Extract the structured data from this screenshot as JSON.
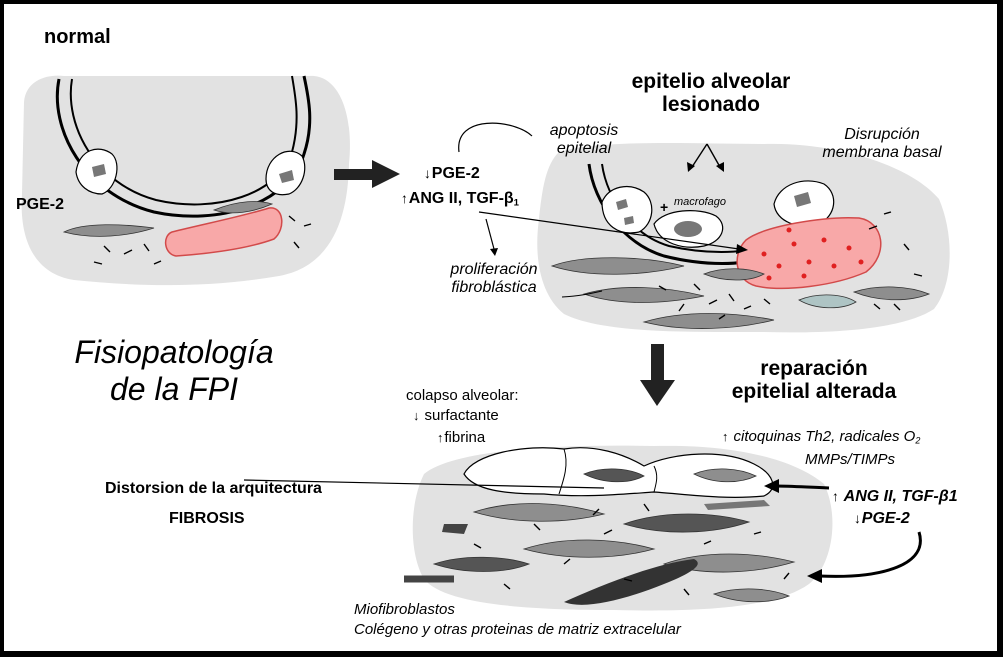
{
  "labels": {
    "normal": "normal",
    "pge2_left": "PGE-2",
    "epitelio_1": "epitelio alveolar",
    "epitelio_2": "lesionado",
    "apoptosis_1": "apoptosis",
    "apoptosis_2": "epitelial",
    "disrupcion_1": "Disrupción",
    "disrupcion_2": "membrana basal",
    "macrofago": "macrofago",
    "plus": "+",
    "pge2_mid": "PGE-2",
    "ang_mid": "ANG II, TGF-β",
    "ang_mid_sub": "1",
    "proliferacion_1": "proliferación",
    "proliferacion_2": "fibroblástica",
    "title_1": "Fisiopatología",
    "title_2": "de la FPI",
    "reparacion_1": "reparación",
    "reparacion_2": "epitelial alterada",
    "colapso": "colapso alveolar:",
    "surfactante": "surfactante",
    "fibrina": "fibrina",
    "citoquinas": "citoquinas Th2, radicales  O",
    "citoquinas_sub": "2",
    "mmps": "MMPs/TIMPs",
    "ang_bottom": "ANG II, TGF-β1",
    "pge2_bottom": "PGE-2",
    "distorsion": "Distorsion de la arquitectura",
    "fibrosis": "FIBROSIS",
    "miofibroblastos": "Miofibroblastos",
    "colageno": "Colégeno y otras proteinas de matriz extracelular"
  },
  "symbols": {
    "up": "↑",
    "down": "↓"
  },
  "colors": {
    "tissue": "#e2e2e2",
    "lesion_fill": "#f8a8a8",
    "lesion_edge": "#d24a4a",
    "fibroblast": "#8e8e8e",
    "dark_cell": "#555555",
    "arrow": "#222222"
  }
}
